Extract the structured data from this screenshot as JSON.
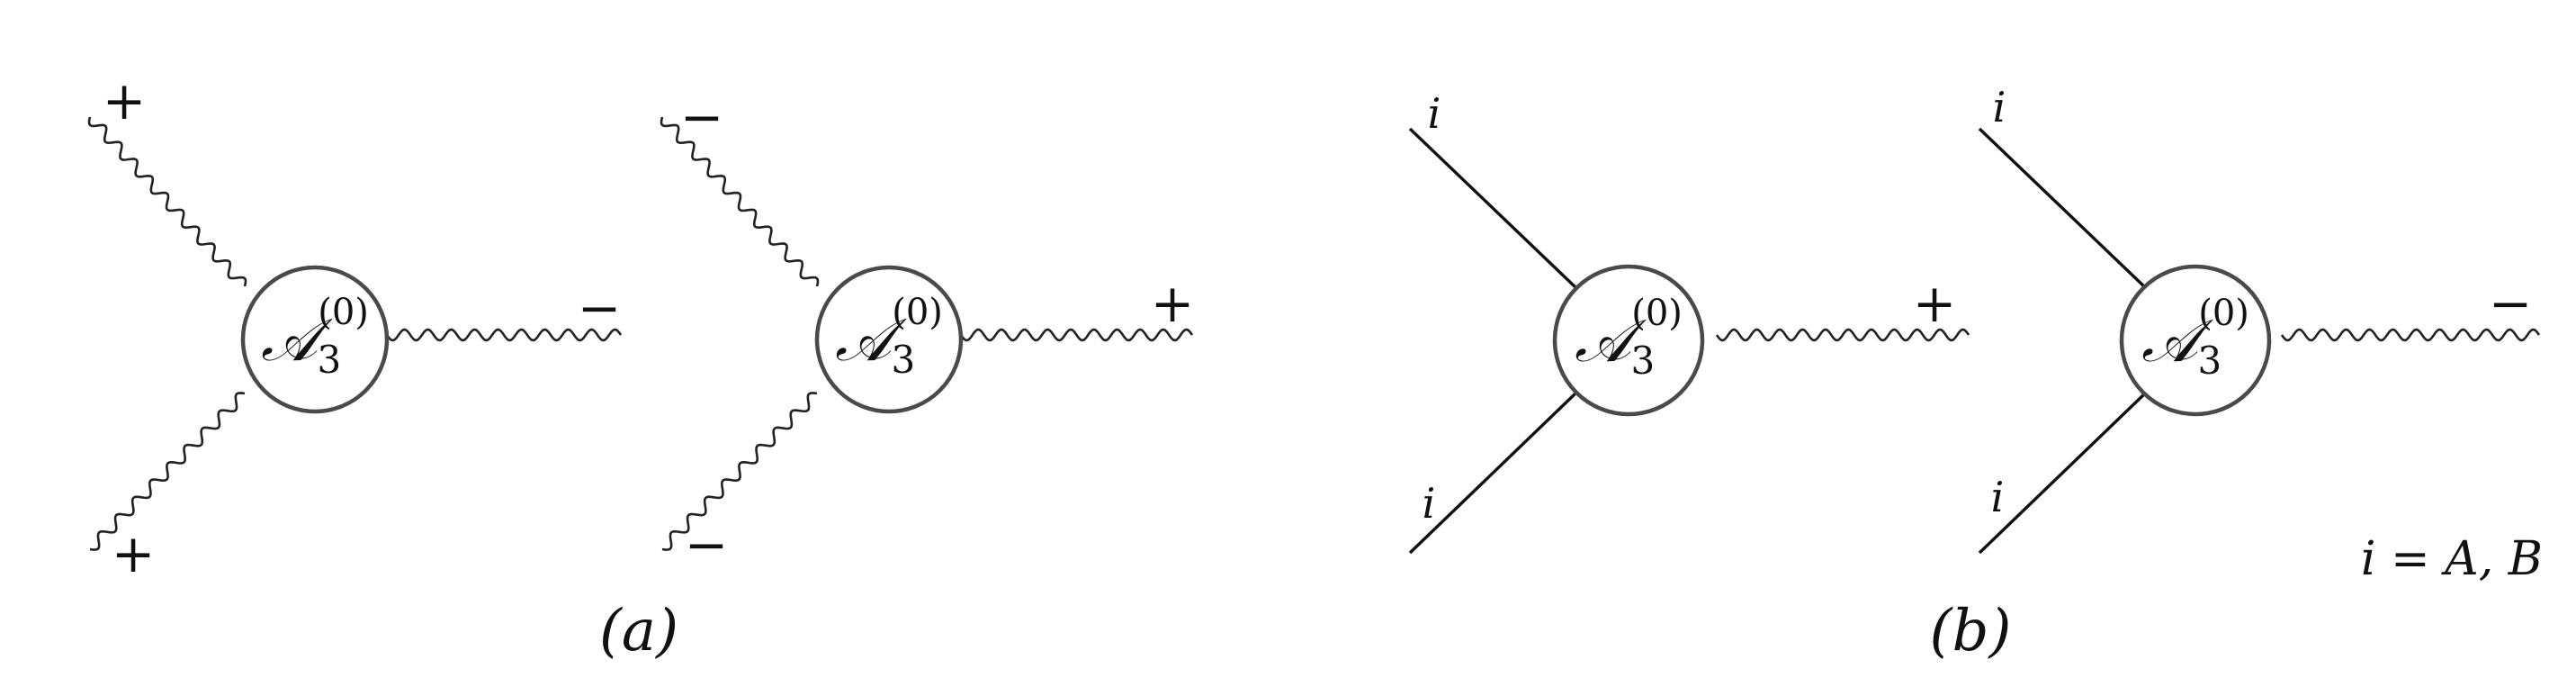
{
  "amplitude": {
    "symbol": "𝒜",
    "subscript": "3",
    "superscript": "(0)"
  },
  "panel_a": {
    "caption": "(a)",
    "diagrams": [
      {
        "top_label": "+",
        "bottom_label": "+",
        "right_label": "−"
      },
      {
        "top_label": "−",
        "bottom_label": "−",
        "right_label": "+"
      }
    ]
  },
  "panel_b": {
    "caption": "(b)",
    "diagrams": [
      {
        "top_label": "i",
        "bottom_label": "i",
        "right_label": "+"
      },
      {
        "top_label": "i",
        "bottom_label": "i",
        "right_label": "−"
      }
    ],
    "note": "i = A, B"
  }
}
